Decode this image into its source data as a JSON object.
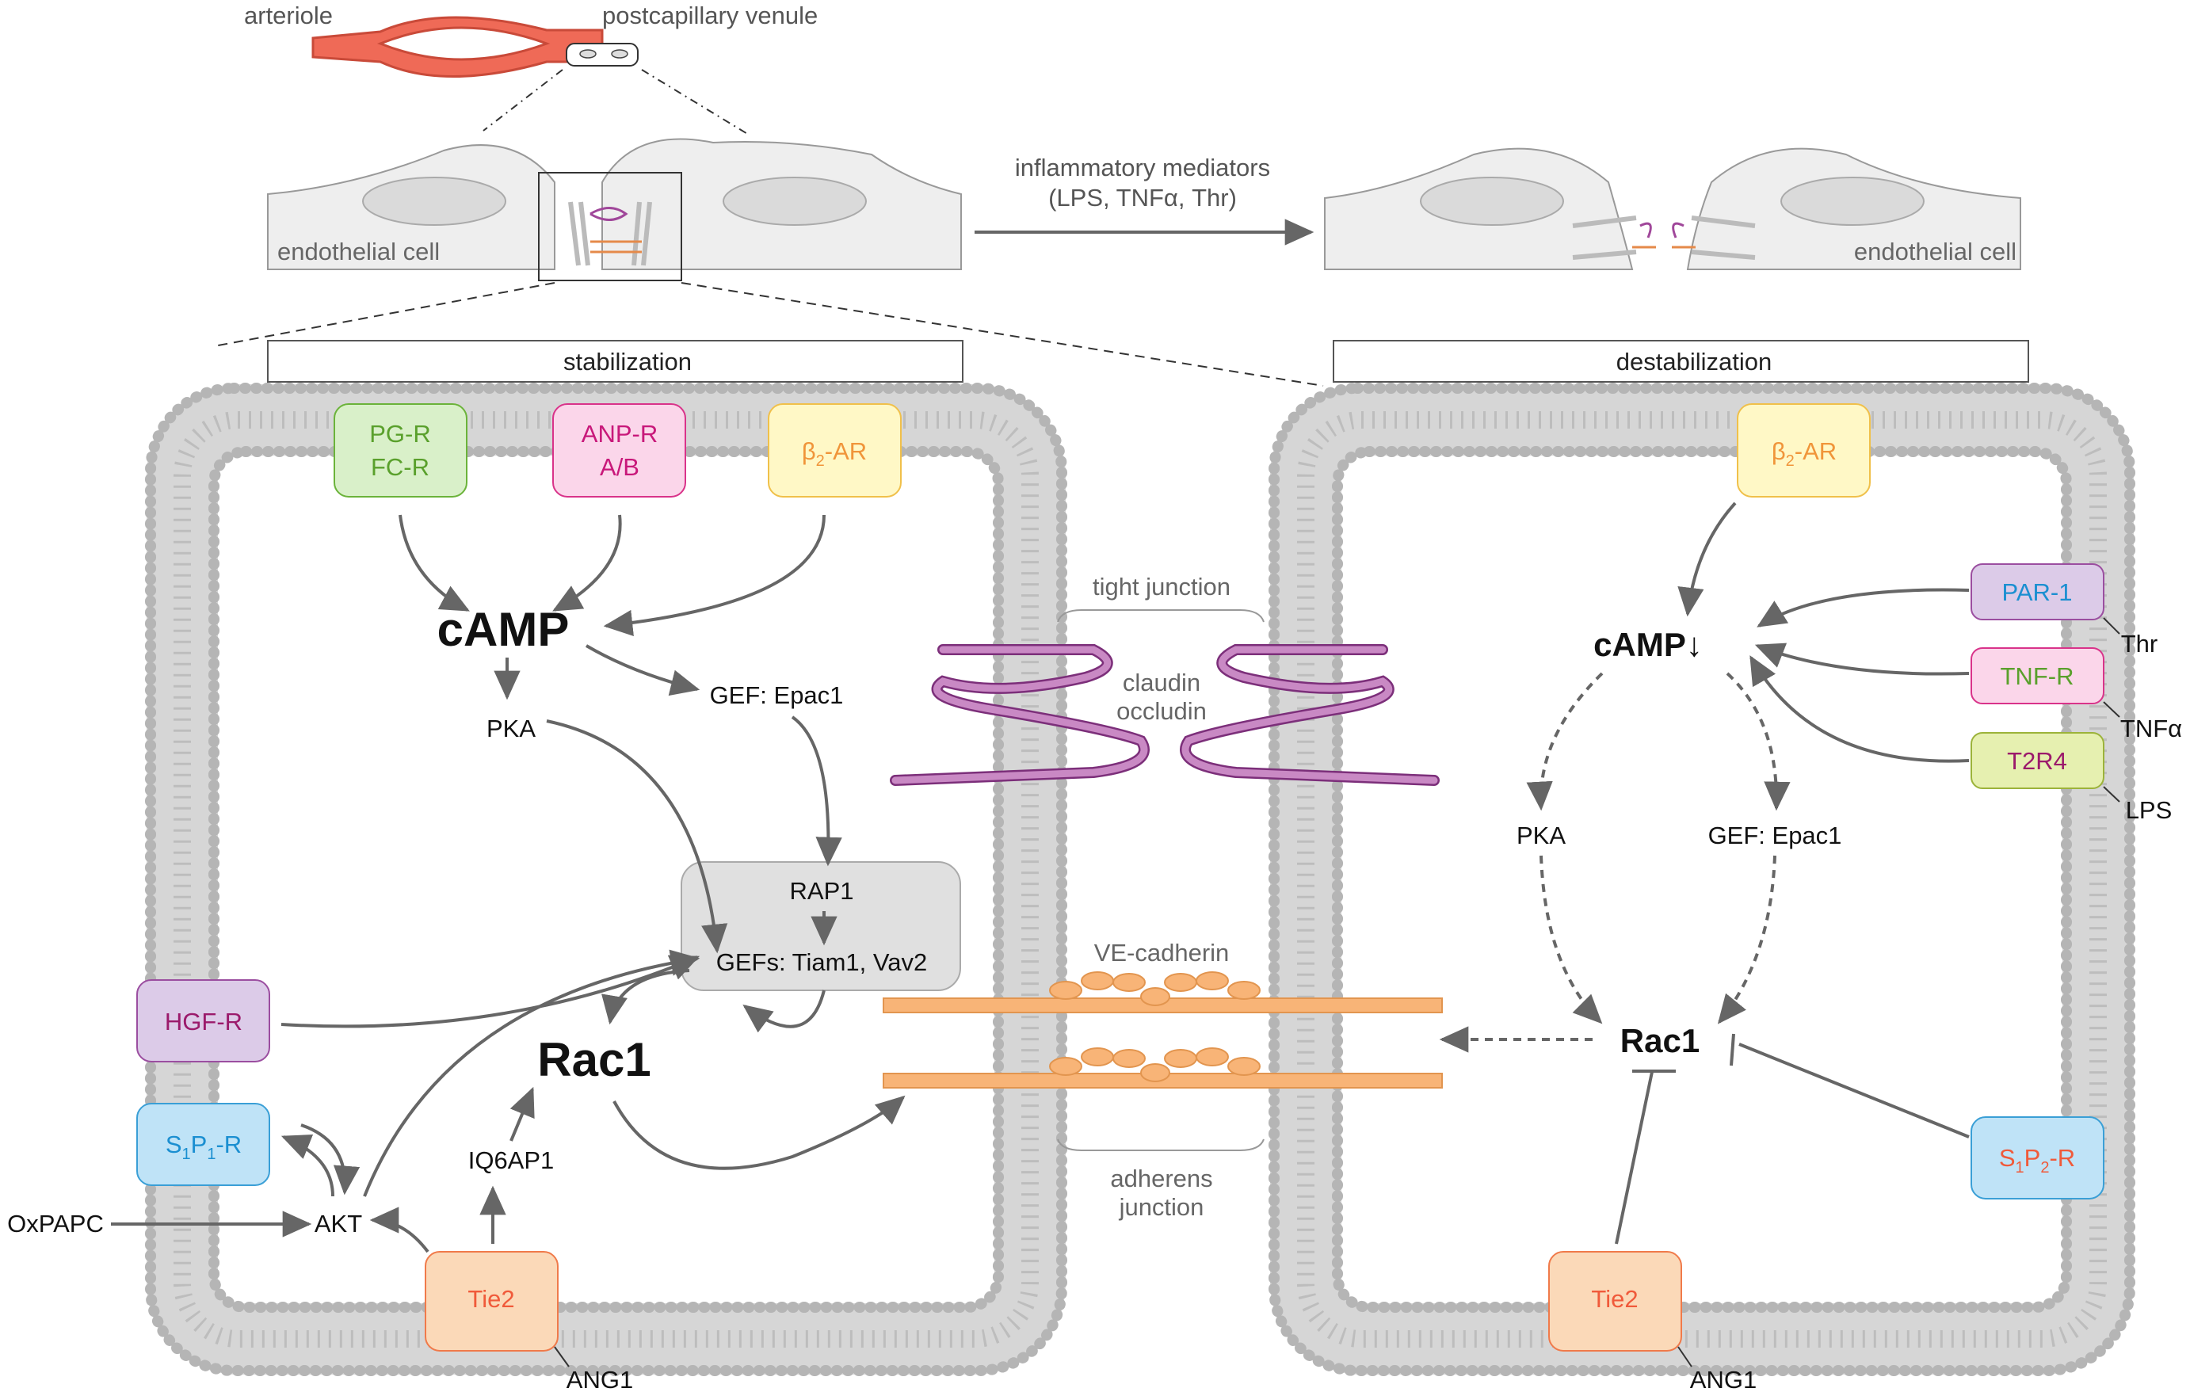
{
  "header": {
    "arteriole": "arteriole",
    "venule": "postcapillary venule",
    "endothelial_left": "endothelial cell",
    "endothelial_right": "endothelial cell",
    "mediators_line1": "inflammatory mediators",
    "mediators_line2": "(LPS, TNFα, Thr)"
  },
  "panels": {
    "stabilization": "stabilization",
    "destabilization": "destabilization"
  },
  "left": {
    "pgr": "PG-R",
    "fcr": "FC-R",
    "anpr": "ANP-R",
    "anpr2": "A/B",
    "b2ar_beta": "β",
    "b2ar_sub": "2",
    "b2ar_rest": "-AR",
    "camp": "cAMP",
    "pka": "PKA",
    "gef_epac": "GEF: Epac1",
    "rap1": "RAP1",
    "gefs": "GEFs: Tiam1, Vav2",
    "rac1": "Rac1",
    "iq6ap1": "IQ6AP1",
    "hgfr": "HGF-R",
    "s1p1_s": "S",
    "s1p1_sub1": "1",
    "s1p1_p": "P",
    "s1p1_sub2": "1",
    "s1p1_r": "-R",
    "akt": "AKT",
    "oxpapc": "OxPAPC",
    "tie2": "Tie2",
    "ang1": "ANG1"
  },
  "junction": {
    "tight": "tight junction",
    "claudin": "claudin",
    "occludin": "occludin",
    "ve_cadherin": "VE-cadherin",
    "adherens1": "adherens",
    "adherens2": "junction"
  },
  "right": {
    "b2ar_beta": "β",
    "b2ar_sub": "2",
    "b2ar_rest": "-AR",
    "camp": "cAMP",
    "camp_arrow": "↓",
    "par1": "PAR-1",
    "thr": "Thr",
    "tnfr": "TNF-R",
    "tnfa": "TNFα",
    "t2r4": "T2R4",
    "lps": "LPS",
    "pka": "PKA",
    "gef_epac": "GEF: Epac1",
    "rac1": "Rac1",
    "s1p2_s": "S",
    "s1p2_sub1": "1",
    "s1p2_p": "P",
    "s1p2_sub2": "2",
    "s1p2_r": "-R",
    "tie2": "Tie2",
    "ang1": "ANG1"
  },
  "colors": {
    "membrane_head": "#bdbdbd",
    "arrow": "#666666",
    "green_box": "#d9f0c9",
    "green_text": "#5aa02c",
    "pink_box": "#fbd6ea",
    "pink_text": "#c8187a",
    "yellow_box": "#fff8c6",
    "yellow_text": "#f0953a",
    "purple_box": "#dccbe8",
    "purple_text": "#9b1a6b",
    "blue_box": "#bfe3f7",
    "blue_text": "#1b8fd1",
    "orange_box": "#fbd9b8",
    "orange_text": "#f05a3a",
    "claudin": "#c989c4",
    "cadherin": "#f8b477",
    "vessel": "#ef6a57"
  }
}
